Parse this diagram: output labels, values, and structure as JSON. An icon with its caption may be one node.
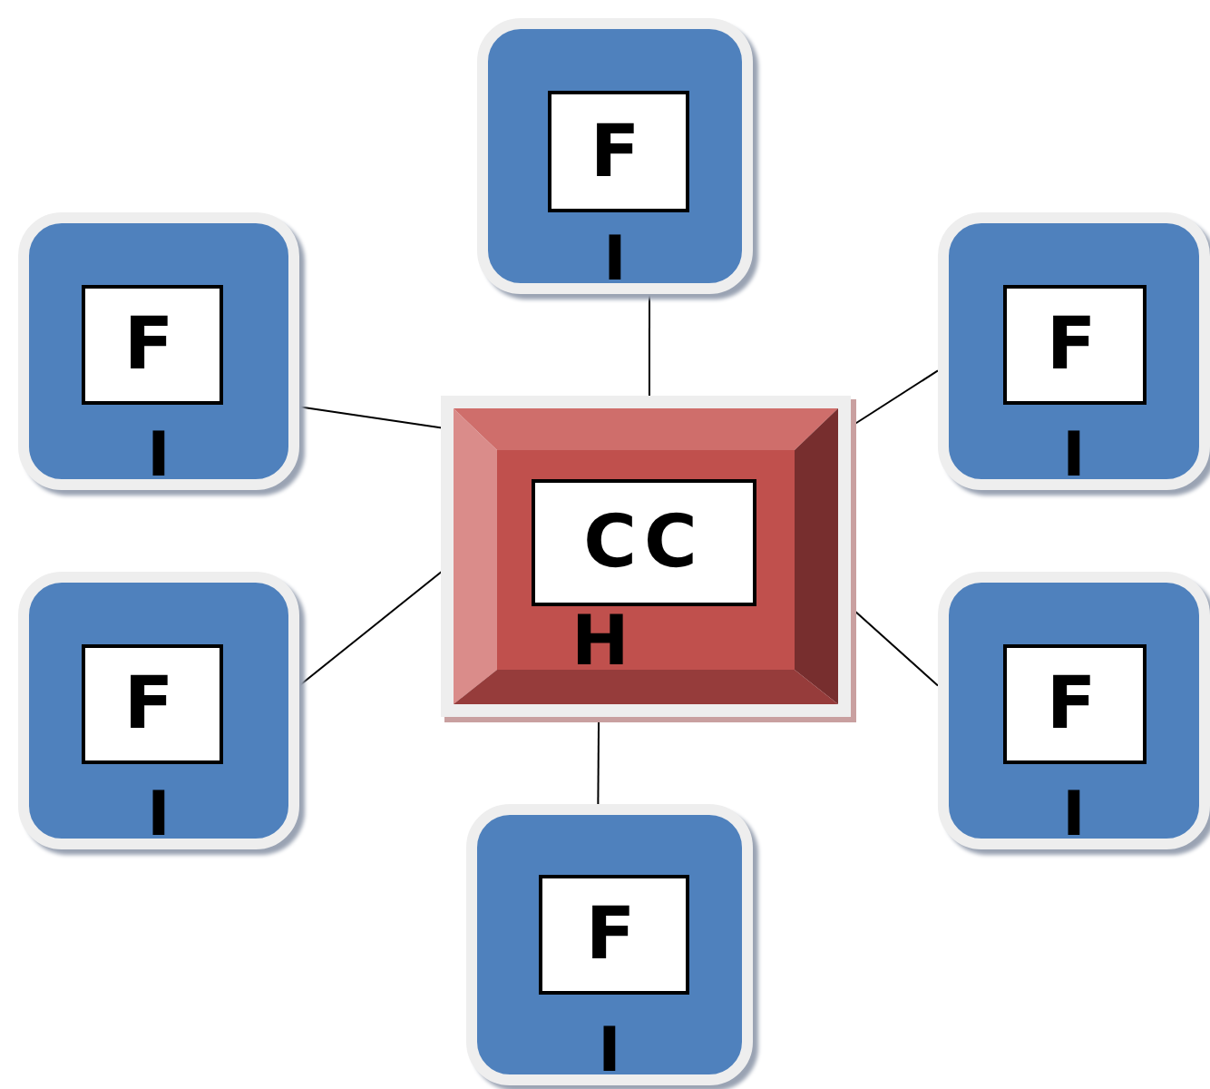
{
  "diagram": {
    "nodes": [
      {
        "text": [
          "I"
        ]
      },
      {
        "text": [
          "F"
        ],
        "in": 0
      },
      {
        "text": [
          "I"
        ]
      },
      {
        "text": [
          "F"
        ],
        "in": 2
      },
      {
        "text": [
          "I"
        ]
      },
      {
        "text": [
          "F"
        ],
        "in": 4
      },
      {
        "text": [
          "H"
        ]
      },
      {
        "text": [
          "CC"
        ],
        "in": 6
      },
      {
        "text": [
          "I"
        ]
      },
      {
        "text": [
          "F"
        ],
        "in": 8
      },
      {
        "text": [
          "I"
        ]
      },
      {
        "text": [
          "F"
        ],
        "in": 10
      },
      {
        "text": [
          "I"
        ]
      },
      {
        "text": [
          "F"
        ],
        "in": 12
      }
    ],
    "edges": [
      {
        "from": 0,
        "to": 6,
        "arrow": "none"
      },
      {
        "from": 2,
        "to": 6,
        "arrow": "none"
      },
      {
        "from": 4,
        "to": 6,
        "arrow": "none"
      },
      {
        "from": 8,
        "to": 6,
        "arrow": "none"
      },
      {
        "from": 10,
        "to": 6,
        "arrow": "none"
      },
      {
        "from": 12,
        "to": 6,
        "arrow": "none"
      }
    ]
  }
}
